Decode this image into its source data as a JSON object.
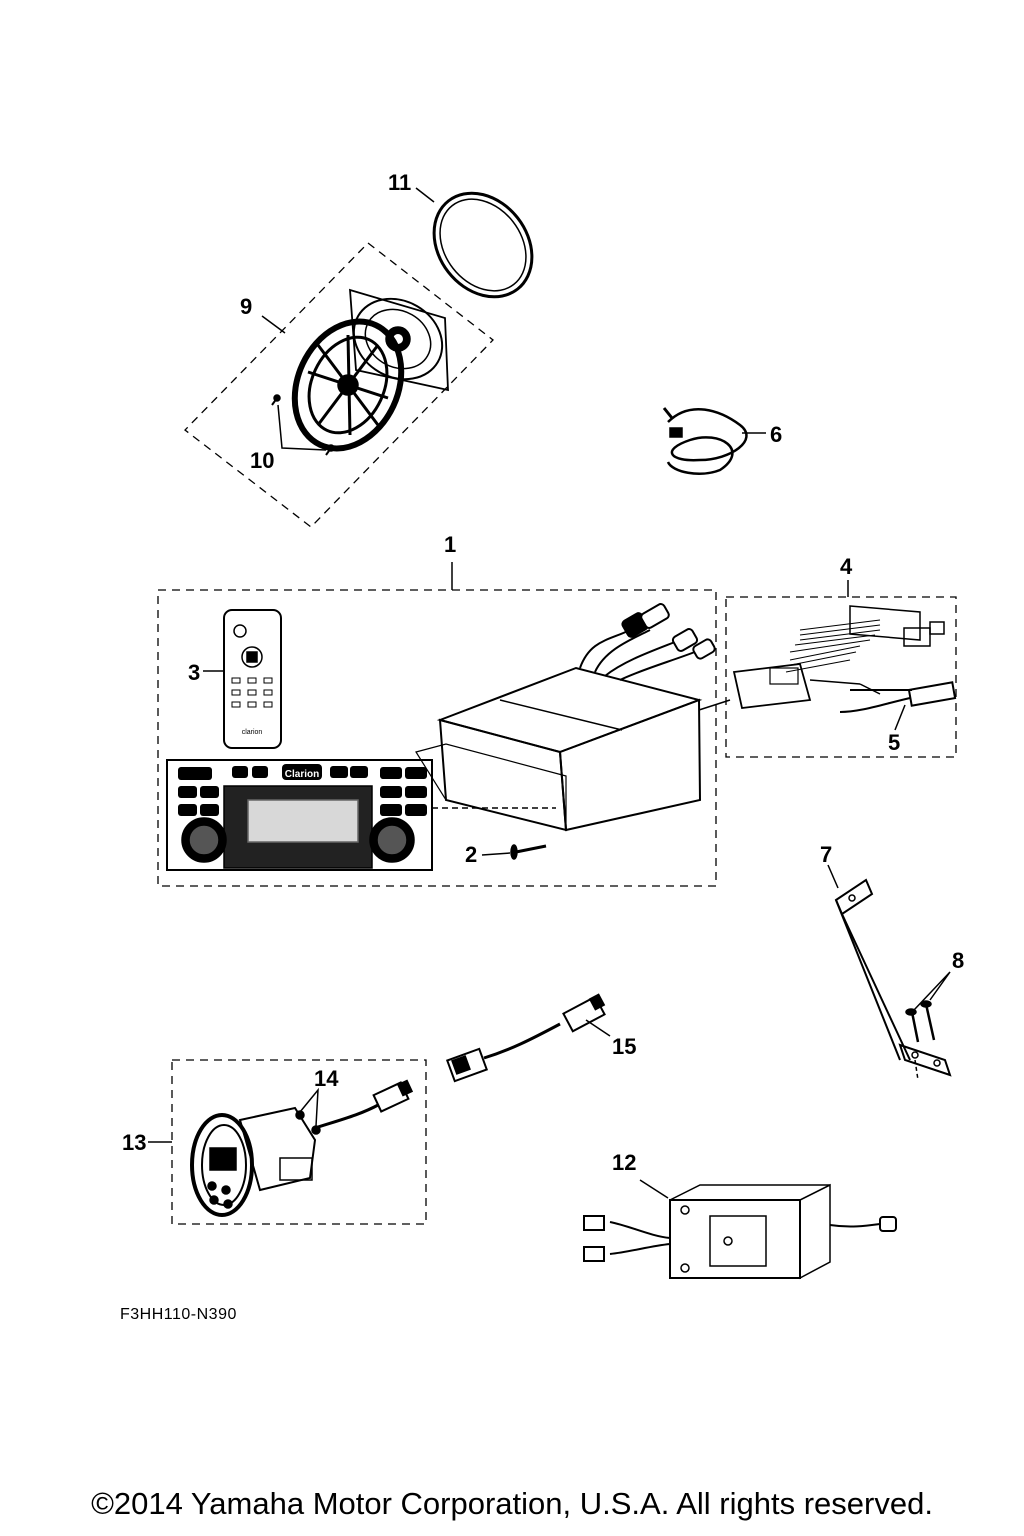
{
  "callouts": {
    "c1": "1",
    "c2": "2",
    "c3": "3",
    "c4": "4",
    "c5": "5",
    "c6": "6",
    "c7": "7",
    "c8": "8",
    "c9": "9",
    "c10": "10",
    "c11": "11",
    "c12": "12",
    "c13": "13",
    "c14": "14",
    "c15": "15"
  },
  "remote_brand": "clarion",
  "stereo_brand": "Clarion",
  "diagram_code": "F3HH110-N390",
  "copyright": "©2014 Yamaha Motor Corporation, U.S.A. All rights reserved."
}
